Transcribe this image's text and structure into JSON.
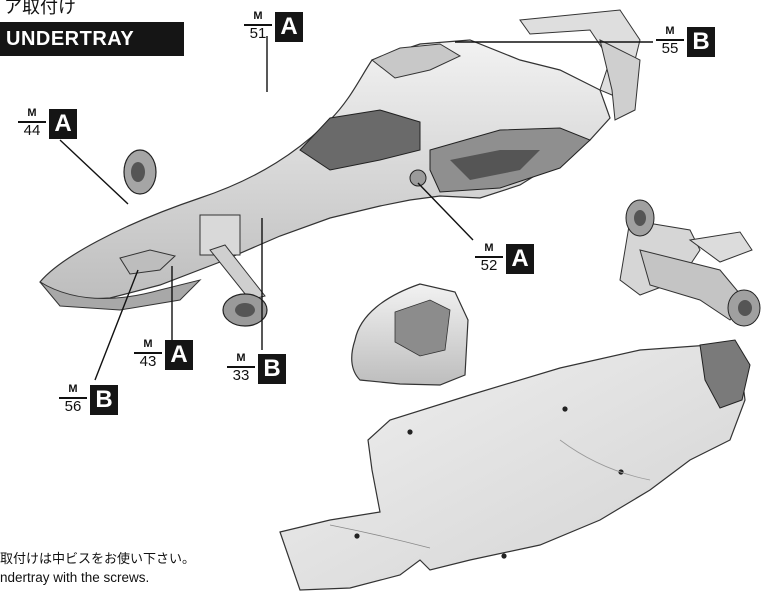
{
  "header": {
    "title_jp": "ア取付け",
    "title_en": "UNDERTRAY"
  },
  "callouts": [
    {
      "id": "c51",
      "letter_label": "M",
      "number": "51",
      "part": "A"
    },
    {
      "id": "c55",
      "letter_label": "M",
      "number": "55",
      "part": "B"
    },
    {
      "id": "c44",
      "letter_label": "M",
      "number": "44",
      "part": "A"
    },
    {
      "id": "c52",
      "letter_label": "M",
      "number": "52",
      "part": "A"
    },
    {
      "id": "c43",
      "letter_label": "M",
      "number": "43",
      "part": "A"
    },
    {
      "id": "c33",
      "letter_label": "M",
      "number": "33",
      "part": "B"
    },
    {
      "id": "c56",
      "letter_label": "M",
      "number": "56",
      "part": "B"
    }
  ],
  "note": {
    "jp": "取付けは中ビスをお使い下さい。",
    "en": "ndertray with the screws."
  },
  "colors": {
    "part_fill": "#e9e9e9",
    "part_shade": "#b4b4b4",
    "ink": "#151515"
  }
}
